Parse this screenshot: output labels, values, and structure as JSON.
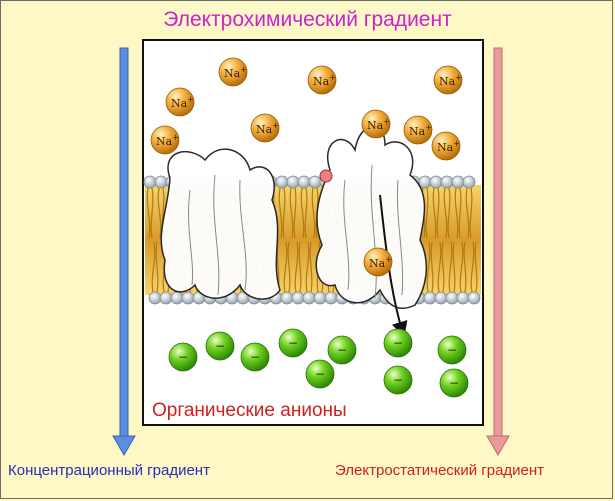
{
  "title": "Электрохимический градиент",
  "concentration_label": "Концентрационный градиент",
  "electrostatic_label": "Электростатический градиент",
  "anions_label": "Органические анионы",
  "sodium_ion": "Na",
  "sodium_charge": "+",
  "anion_charge": "−",
  "colors": {
    "background": "#fdf8c6",
    "title": "#cc22cc",
    "concentration_arrow": "#5b8de0",
    "electrostatic_arrow": "#e99a9a",
    "concentration_text": "#2b2bb8",
    "electrostatic_text": "#d02020",
    "sodium": "#f0a030",
    "anion": "#5cc81e"
  }
}
